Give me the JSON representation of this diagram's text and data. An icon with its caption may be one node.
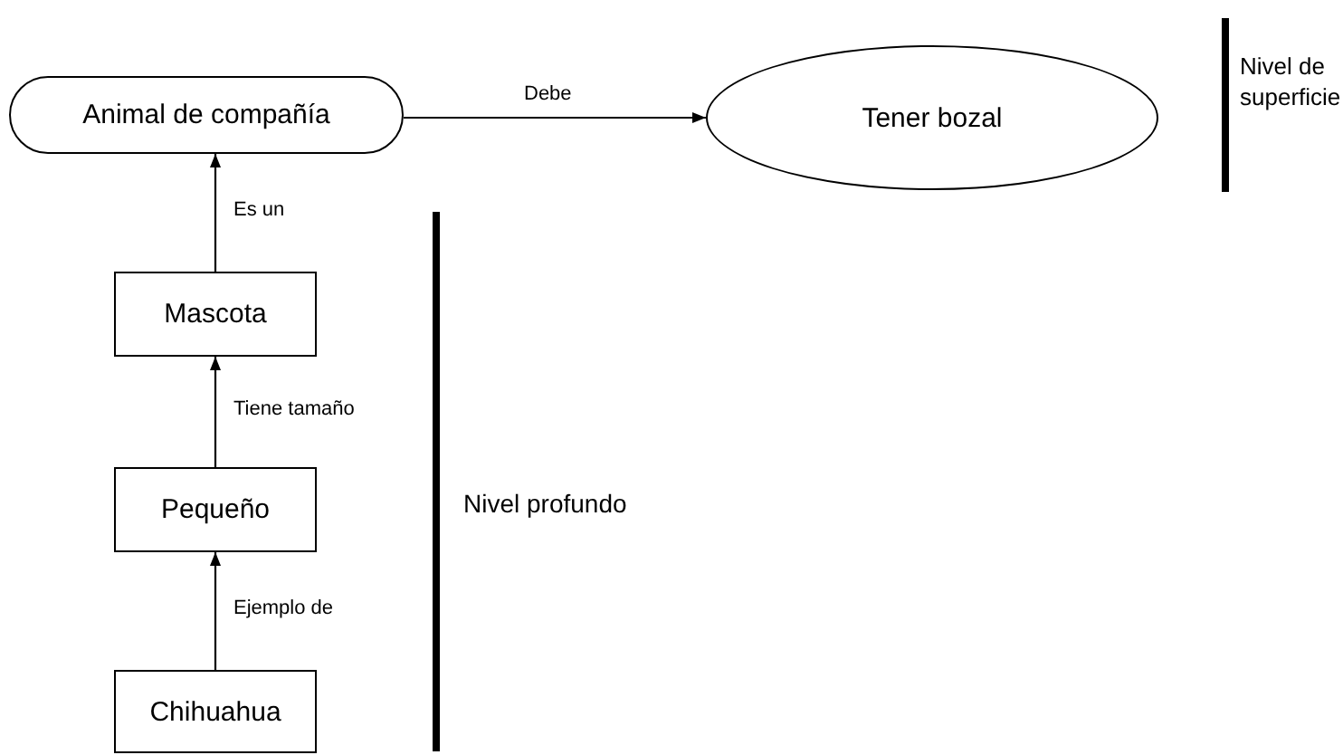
{
  "diagram": {
    "nodes": [
      {
        "text": [
          "Animal de compañía"
        ]
      },
      {
        "text": [
          "Tener bozal"
        ]
      },
      {
        "text": [
          "Mascota"
        ]
      },
      {
        "text": [
          "Pequeño"
        ]
      },
      {
        "text": [
          "Chihuahua"
        ]
      }
    ],
    "edges": [
      {
        "from": 0,
        "to": 1,
        "arrow": "to",
        "label": "Debe"
      },
      {
        "from": 2,
        "to": 0,
        "arrow": "to",
        "label": "Es un"
      },
      {
        "from": 3,
        "to": 2,
        "arrow": "to",
        "label": "Tiene tamaño"
      },
      {
        "from": 4,
        "to": 3,
        "arrow": "to",
        "label": "Ejemplo de"
      }
    ],
    "labels": [
      "Nivel de superficie",
      "Nivel profundo"
    ]
  }
}
